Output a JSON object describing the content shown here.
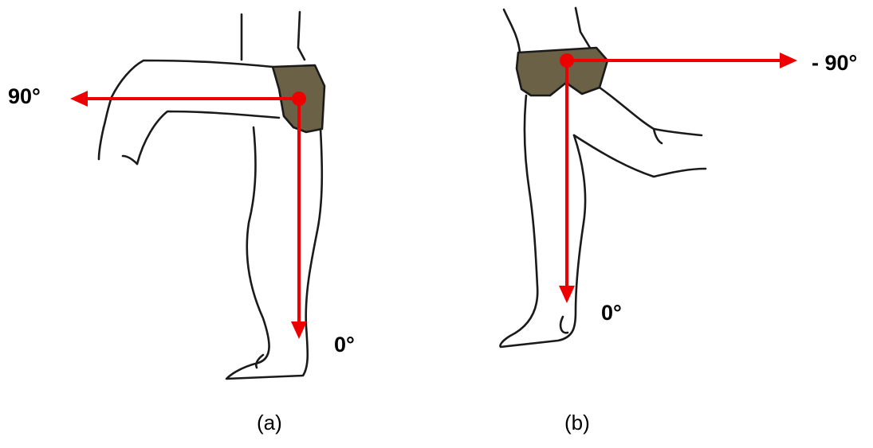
{
  "panels": [
    {
      "id": "a",
      "caption": "(a)",
      "labels": {
        "horizontal": "90°",
        "vertical": "0°"
      }
    },
    {
      "id": "b",
      "caption": "(b)",
      "labels": {
        "horizontal": "- 90°",
        "vertical": "0°"
      }
    }
  ],
  "colors": {
    "arrow": "#ee0000",
    "outline": "#1a1a1a",
    "shorts": "#6b6146",
    "background": "#ffffff"
  }
}
